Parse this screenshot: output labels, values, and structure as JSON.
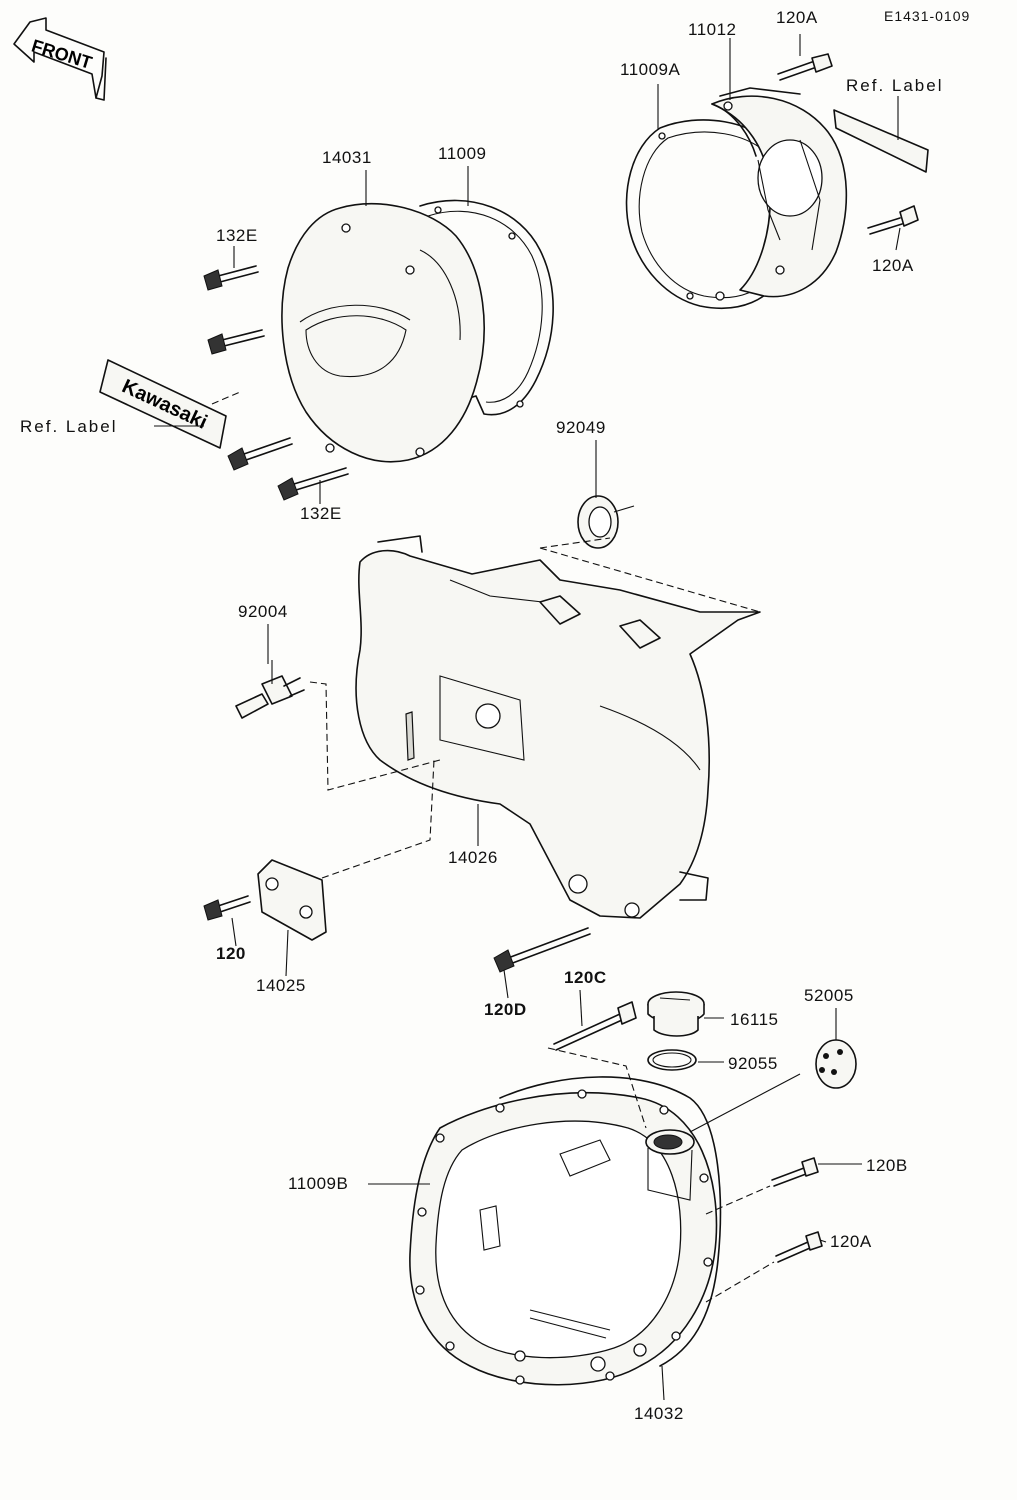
{
  "diagram": {
    "drawing_code": "E1431-0109",
    "front_arrow_text": "FRONT",
    "kawasaki_logo_text": "Kawasaki",
    "labels": {
      "p11012": "11012",
      "p120A_top": "120A",
      "p11009A": "11009A",
      "ref_label_right": "Ref.  Label",
      "p120A_right": "120A",
      "p14031": "14031",
      "p11009": "11009",
      "p132E_top": "132E",
      "ref_label_left": "Ref.  Label",
      "p132E_bottom": "132E",
      "p92049": "92049",
      "p92004": "92004",
      "p14026": "14026",
      "p120": "120",
      "p14025": "14025",
      "p120D": "120D",
      "p120C": "120C",
      "p16115": "16115",
      "p52005": "52005",
      "p92055": "92055",
      "p120B": "120B",
      "p11009B": "11009B",
      "p120A_lower": "120A",
      "p14032": "14032"
    }
  }
}
